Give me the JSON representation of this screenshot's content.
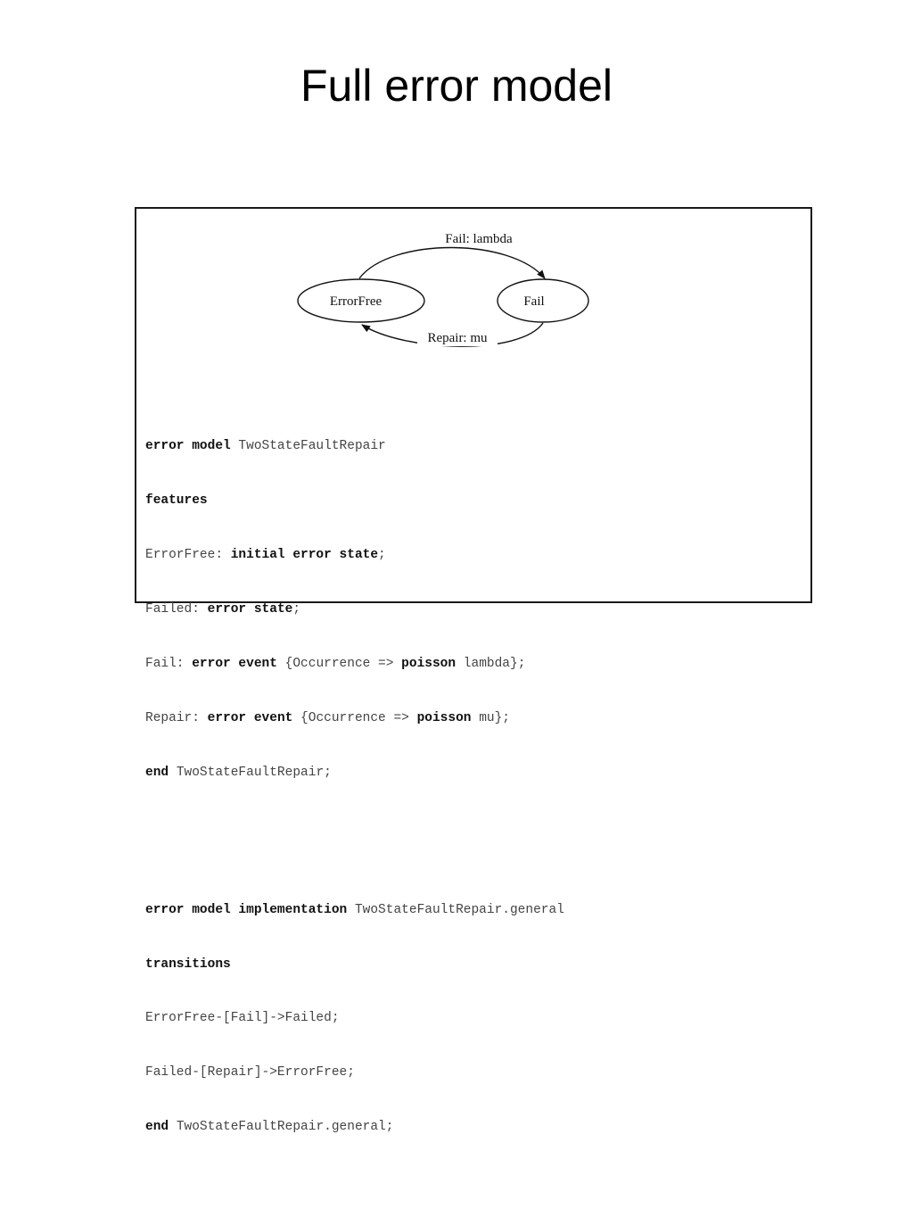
{
  "slide": {
    "title": "Full error model"
  },
  "diagram": {
    "states": [
      "ErrorFree",
      "Fail"
    ],
    "top_transition_label": "Fail: lambda",
    "bottom_transition_label": "Repair: mu"
  },
  "code": {
    "block1": {
      "l1": {
        "kw1": "error model",
        "name": "TwoStateFaultRepair"
      },
      "l2": {
        "kw1": "features"
      },
      "l3": {
        "ident": "ErrorFree:",
        "kw1": "initial error state",
        "tail": ";"
      },
      "l4": {
        "ident": "Failed:",
        "kw1": "error state",
        "tail": ";"
      },
      "l5": {
        "ident": "Fail:",
        "kw1": "error event",
        "mid": "{Occurrence =>",
        "kw2": "poisson",
        "tail": "lambda};"
      },
      "l6": {
        "ident": "Repair:",
        "kw1": "error event",
        "mid": "{Occurrence =>",
        "kw2": "poisson",
        "tail": "mu};"
      },
      "l7": {
        "kw1": "end",
        "name": "TwoStateFaultRepair;"
      }
    },
    "block2": {
      "l1": {
        "kw1": "error model implementation",
        "name": "TwoStateFaultRepair.general"
      },
      "l2": {
        "kw1": "transitions"
      },
      "l3": {
        "text": "ErrorFree-[Fail]->Failed;"
      },
      "l4": {
        "text": "Failed-[Repair]->ErrorFree;"
      },
      "l5": {
        "kw1": "end",
        "name": "TwoStateFaultRepair.general;"
      }
    }
  }
}
